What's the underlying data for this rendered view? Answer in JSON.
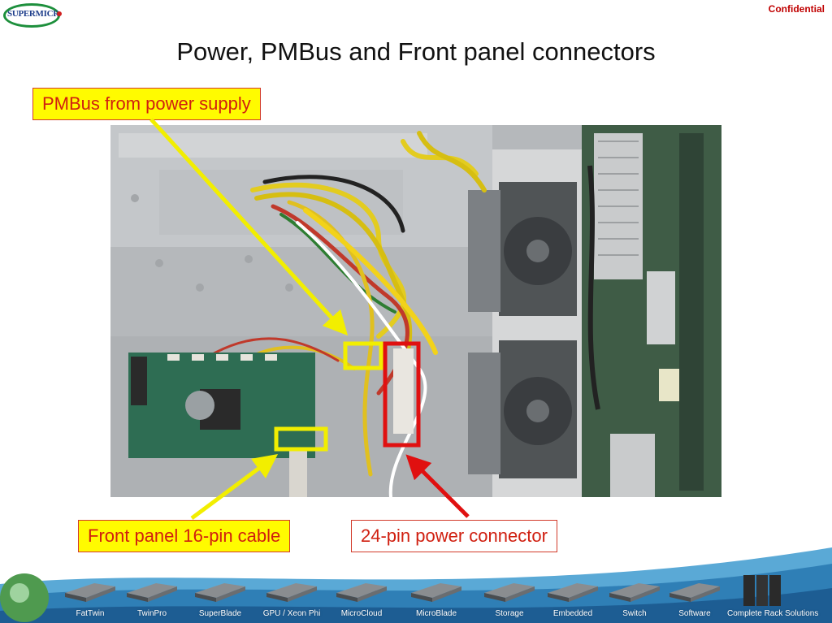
{
  "brand": {
    "logo_text": "SUPERMICR",
    "confidential": "Confidential"
  },
  "slide": {
    "title": "Power, PMBus and Front panel connectors"
  },
  "callouts": {
    "pmbus": "PMBus from power supply",
    "front_panel": "Front panel 16-pin cable",
    "power24": "24-pin power connector"
  },
  "footer": {
    "products": [
      {
        "label": "FatTwin",
        "icon": "server-1u-icon"
      },
      {
        "label": "TwinPro",
        "icon": "server-2node-icon"
      },
      {
        "label": "SuperBlade",
        "icon": "blade-enclosure-icon"
      },
      {
        "label": "GPU / Xeon Phi",
        "icon": "gpu-server-icon"
      },
      {
        "label": "MicroCloud",
        "icon": "microcloud-icon"
      },
      {
        "label": "MicroBlade",
        "icon": "microblade-icon"
      },
      {
        "label": "Storage",
        "icon": "storage-server-icon"
      },
      {
        "label": "Embedded",
        "icon": "embedded-board-icon"
      },
      {
        "label": "Switch",
        "icon": "network-switch-icon"
      },
      {
        "label": "Software",
        "icon": "software-screens-icon"
      },
      {
        "label": "Complete Rack Solutions",
        "icon": "server-rack-icon"
      }
    ]
  },
  "colors": {
    "callout_yellow": "#fffb00",
    "callout_text": "#d01f10",
    "arrow_yellow": "#f2ee00",
    "arrow_red": "#e01010",
    "brand_green": "#1d8f3c"
  }
}
